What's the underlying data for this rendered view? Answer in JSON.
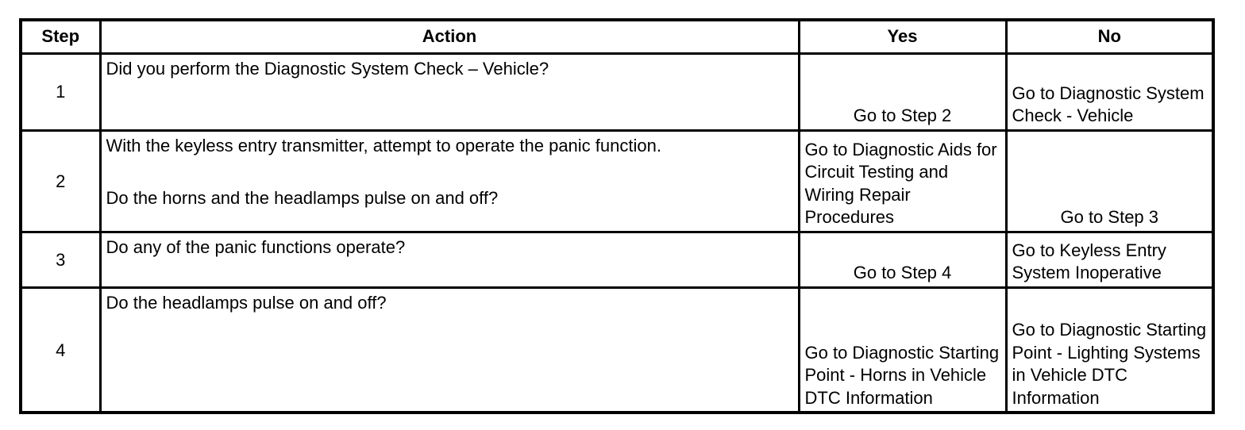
{
  "table": {
    "headers": {
      "step": "Step",
      "action": "Action",
      "yes": "Yes",
      "no": "No"
    },
    "rows": [
      {
        "step": "1",
        "action": [
          "Did you perform the Diagnostic System Check – Vehicle?"
        ],
        "yes": "Go to Step 2",
        "no": "Go to Diagnostic System Check - Vehicle"
      },
      {
        "step": "2",
        "action": [
          "With the keyless entry transmitter, attempt to operate the panic function.",
          "Do the horns and the headlamps pulse on and off?"
        ],
        "yes": "Go to Diagnostic Aids for Circuit Testing and Wiring Repair Procedures",
        "no": "Go to Step 3"
      },
      {
        "step": "3",
        "action": [
          "Do any of the panic functions operate?"
        ],
        "yes": "Go to Step 4",
        "no": "Go to Keyless Entry System Inoperative"
      },
      {
        "step": "4",
        "action": [
          "Do the headlamps pulse on and off?"
        ],
        "yes": "Go to Diagnostic Starting Point - Horns in Vehicle DTC Information",
        "no": "Go to Diagnostic Starting Point - Lighting Systems in Vehicle DTC Information"
      }
    ]
  }
}
